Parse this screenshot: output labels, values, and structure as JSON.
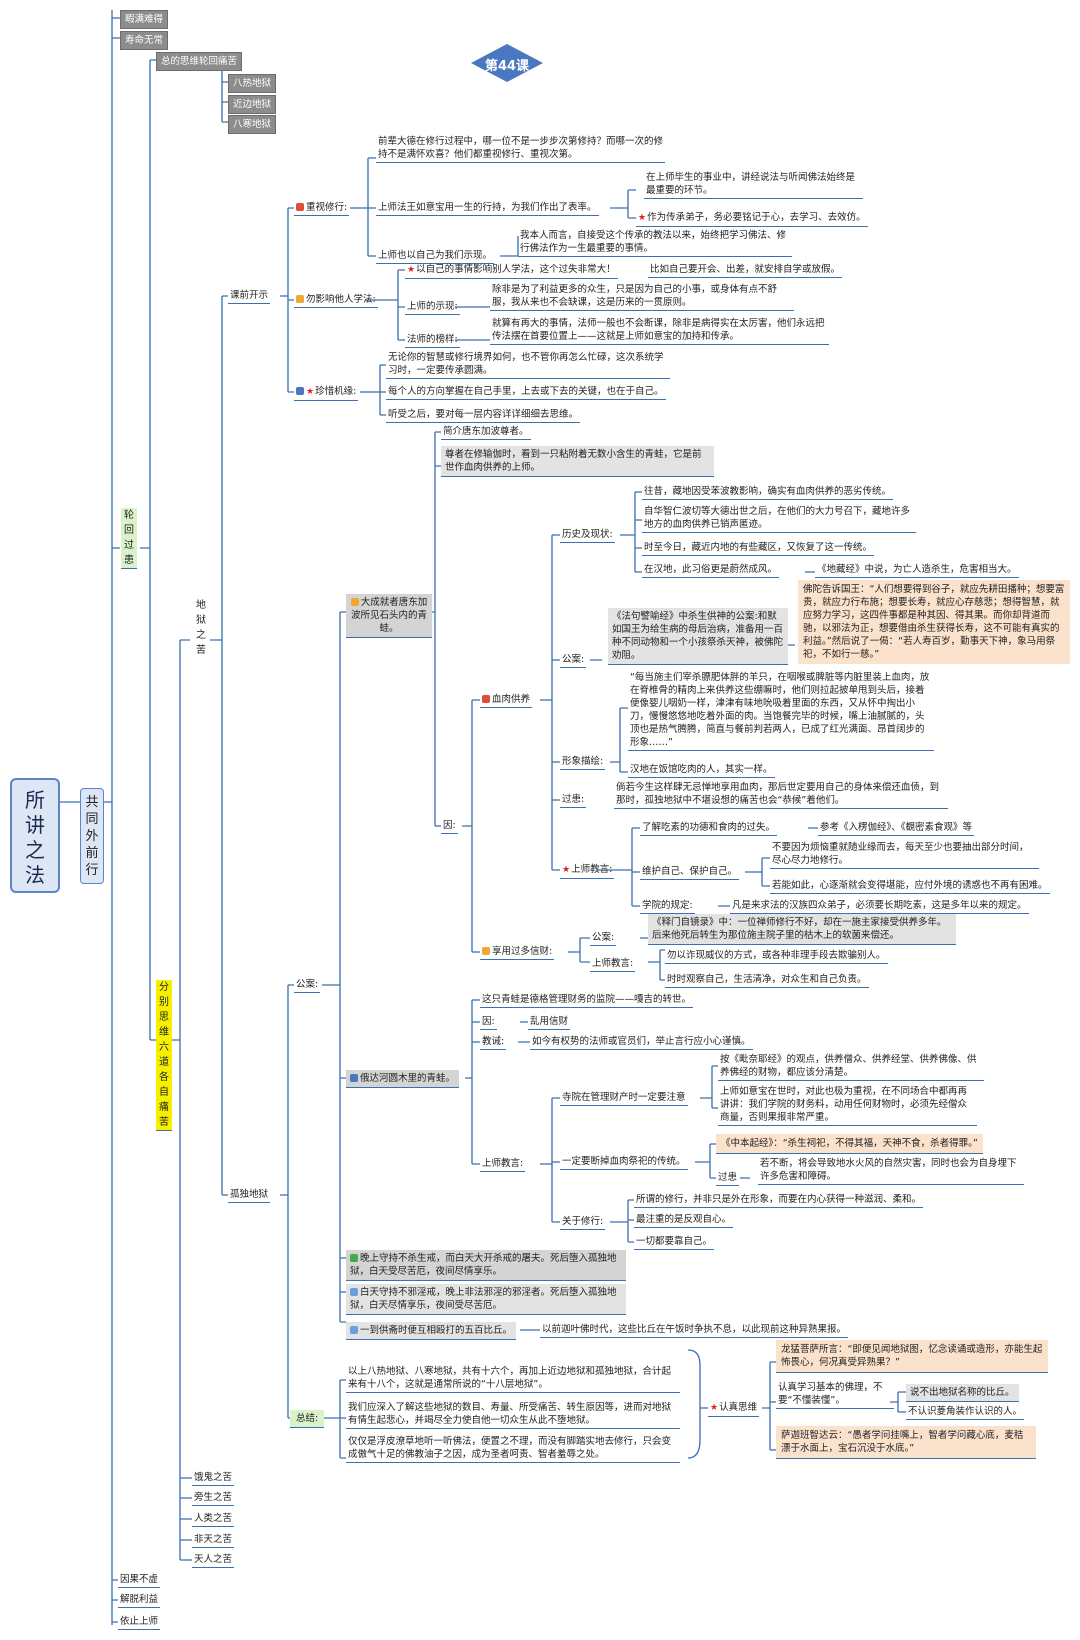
{
  "title": "第44课",
  "colors": {
    "line": "#3a6fb0",
    "title_bg": "#4a78c0",
    "root_bg": "#dce6f4",
    "yellow": "#f6f000",
    "green_bg": "#d9f2c9",
    "orange_bg": "#fbe2cc",
    "gray_bg": "#d4d4d4",
    "dark_bg": "#8c8c8c"
  },
  "root": "所讲之法",
  "l1": "共同外前行",
  "top_items": [
    "暇满难得",
    "寿命无常"
  ],
  "lunhui": "轮回过患",
  "zongde": "总的思维轮回痛苦",
  "fenbie": "分别思维六道各自痛苦",
  "diyu": "地狱之苦",
  "hells": [
    "八热地狱",
    "近边地狱",
    "八寒地狱"
  ],
  "bottom_items": [
    "因果不虚",
    "解脱利益",
    "依止上师"
  ],
  "realms": [
    "饿鬼之苦",
    "旁生之苦",
    "人类之苦",
    "非天之苦",
    "天人之苦"
  ],
  "kq": {
    "label": "课前开示",
    "s1": {
      "label": "重视修行:",
      "t1": "前辈大德在修行过程中，哪一位不是一步步次第修持？而哪一次的修持不是满怀欢喜？他们都重视修行、重视次第。",
      "t2": "上师法王如意宝用一生的行持，为我们作出了表率。",
      "t2a": "在上师毕生的事业中，讲经说法与听闻佛法始终是最重要的环节。",
      "t2b": "作为传承弟子，务必要铭记于心，去学习、去效仿。",
      "t3": "上师也以自己为我们示现。",
      "t3a": "我本人而言，自接受这个传承的教法以来，始终把学习佛法、修行佛法作为一生最重要的事情。"
    },
    "s2": {
      "label": "勿影响他人学法:",
      "t1": "以自己的事情影响别人学法，这个过失非常大！",
      "t1a": "比如自己要开会、出差，就安排自学或放假。",
      "t2": "上师的示现:",
      "t2a": "除非是为了利益更多的众生，只是因为自己的小事，或身体有点不舒服，我从来也不会缺课，这是历来的一贯原则。",
      "t3": "法师的榜样:",
      "t3a": "就算有再大的事情，法师一般也不会断课，除非是病得实在太厉害，他们永远把传法摆在首要位置上——这就是上师如意宝的加持和传承。"
    },
    "s3": {
      "label": "珍惜机缘:",
      "t1": "无论你的智慧或修行境界如何，也不管你再怎么忙碌，这次系统学习时，一定要传承圆满。",
      "t2": "每个人的方向掌握在自己手里，上去或下去的关键，也在于自己。",
      "t3": "听受之后，要对每一层内容详详细细去思维。"
    }
  },
  "gd": {
    "label": "孤独地狱",
    "gongan": "公案:",
    "ga1": {
      "label": "大成就者唐东加波所见石头内的青蛙。",
      "intro": "简介唐东加波尊者。",
      "story": "尊者在修输伽时，看到一只粘附着无数小含生的青蛙，它是前世作血肉供养的上师。",
      "yin": "因:",
      "xr": {
        "label": "血肉供养",
        "ls": {
          "label": "历史及现状:",
          "items": [
            "往昔，藏地因受苯波教影响，确实有血肉供养的恶劣传统。",
            "自华智仁波切等大德出世之后，在他们的大力号召下，藏地许多地方的血肉供养已销声匿迹。",
            "时至今日，藏近内地的有些藏区，又恢复了这一传统。",
            "在汉地，此习俗更是蔚然成风。"
          ],
          "ref": "《地藏经》中说，为亡人造杀生，危害相当大。"
        },
        "ga": {
          "label": "公案:",
          "story": "《法句譬喻经》中杀生供神的公案:和默如国王为给生病的母后治病，准备用一百种不同动物和一个小孩祭杀天神，被佛陀劝阻。",
          "quote": "佛陀告诉国王：“人们想要得到谷子，就应先耕田播种；想要富贵，就应力行布施；想要长寿，就应心存慈悲；想得智慧，就应努力学习，这四件事都是种其因、得其果。而你却背道而驰，以邪法为正，想要借由杀生获得长寿，这不可能有真实的利益。”然后说了一偈：“若人寿百岁，勤事天下神，象马用祭祀，不如行一慈。”"
        },
        "xx": {
          "label": "形象描绘:",
          "t1": "“每当施主们宰杀膘肥体胖的羊只，在咽喉或脾脏等内脏里装上血肉，放在脊椎骨的精肉上来供养这些绷嘛时，他们则拉起披单甩到头后，接着便像婴儿咽奶一样，津津有味地吮吸着里面的东西，又从怀中掏出小刀，慢慢悠悠地吃着外面的肉。当饱餐完毕的时候，嘴上油腻腻的，头顶也是热气腾腾，简直与餐前判若两人，已成了红光满面、昂首阔步的形象……”",
          "t2": "汉地在饭馆吃肉的人，其实一样。"
        },
        "gc": {
          "label": "过患:",
          "t1": "倘若今生这样肆无忌惮地享用血肉，那后世定要用自己的身体来偿还血债，到那时，孤独地狱中不堪设想的痛苦也会“恭候”着他们。"
        },
        "sj": {
          "label": "上师教言:",
          "t1": "了解吃素的功德和食肉的过失。",
          "t1a": "参考《入楞伽经》、《覩密素食观》等",
          "t2": "维护自己、保护自己。",
          "t2a": "不要因为烦恼重就随业缘而去，每天至少也要抽出部分时间，尽心尽力地修行。",
          "t2b": "若能如此，心逐渐就会变得堪能，应付外境的诱惑也不再有困难。",
          "t3": "学院的规定:",
          "t3a": "凡是来求法的汉族四众弟子，必须要长期吃素，这是多年以来的规定。"
        }
      },
      "xy": {
        "label": "享用过多信财:",
        "ga": "公案:",
        "ga_t": "《释门自镜录》中：一位禅师修行不好，却在一施主家接受供养多年。后来他死后转生为那位施主院子里的枯木上的软菌来偿还。",
        "sj": "上师教言:",
        "sj_t1": "勿以诈现威仪的方式，或各种非理手段去欺骗别人。",
        "sj_t2": "时时观察自己，生活清净，对众生和自己负责。"
      }
    },
    "ga2": {
      "label": "俄达河圆木里的青蛙。",
      "t1": "这只青蛙是德格管理财务的监院——嘎吉的转世。",
      "yin": "因:",
      "yin_t": "乱用信财",
      "jj": "教诫:",
      "jj_t": "如今有权势的法师或官员们，举止言行应小心谨慎。",
      "sj": "上师教言:",
      "sm": {
        "label": "寺院在管理财产时一定要注意",
        "t1": "按《毗奈耶经》的观点，供养僧众、供养经堂、供养佛像、供养佛经的财物，都应该分清楚。",
        "t2": "上师如意宝在世时，对此也极为重视，在不同场合中都再再讲讲：我们学院的财务料，动用任何财物时，必须先经僧众商量，否则果报非常严重。"
      },
      "dd": {
        "label": "一定要断掉血肉祭祀的传统。",
        "quote": "《中本起经》：“杀生祠祀，不得其福，天神不食，杀者得罪。”",
        "gh": "过患",
        "gh_t": "若不断，将会导致地水火风的自然灾害，同时也会为自身埋下许多危害和障碍。"
      },
      "gy": {
        "label": "关于修行:",
        "t1": "所谓的修行，并非只是外在形象，而要在内心获得一种滋润、柔和。",
        "t2": "最注重的是反观自心。",
        "t3": "一切都要靠自己。"
      }
    },
    "ga3": "晚上守持不杀生戒，而白天大开杀戒的屠夫。死后堕入孤独地狱，白天受尽苦厄，夜间尽情享乐。",
    "ga4": "白天守持不邪淫戒，晚上非法邪淫的邪淫者。死后堕入孤独地狱，白天尽情享乐，夜间受尽苦厄。",
    "ga5": "一到供斋时便互相殴打的五百比丘。",
    "ga5_t": "以前迦叶佛时代，这些比丘在午饭时争执不息，以此现前这种异熟果报。",
    "zj": {
      "label": "总结:",
      "t1": "以上八热地狱、八寒地狱，共有十六个，再加上近边地狱和孤独地狱，合计起来有十八个，这就是通常所说的“十八层地狱”。",
      "t2": "我们应深入了解这些地狱的数目、寿量、所受痛苦、转生原因等，进而对地狱有情生起悲心，并竭尽全力使自他一切众生从此不堕地狱。",
      "t3": "仅仅是浮皮潦草地听一听佛法，便置之不理，而没有脚踏实地去修行，只会变成傲气十足的佛教油子之因，成为圣者呵责、智者羞辱之处。",
      "rz": "认真思维",
      "rz1": "龙猛菩萨所言：“即便见闻地狱图，忆念读诵或造形，亦能生起怖畏心，何况真受异熟果？”",
      "rz2": "认真学习基本的佛理，不要“不懂装懂”。",
      "rz2a": "说不出地狱名称的比丘。",
      "rz2b": "不认识菱角装作认识的人。",
      "rz3": "萨迦班智达云：“愚者学问挂嘴上，智者学问藏心底，麦秸漂于水面上，宝石沉没于水底。”"
    }
  }
}
